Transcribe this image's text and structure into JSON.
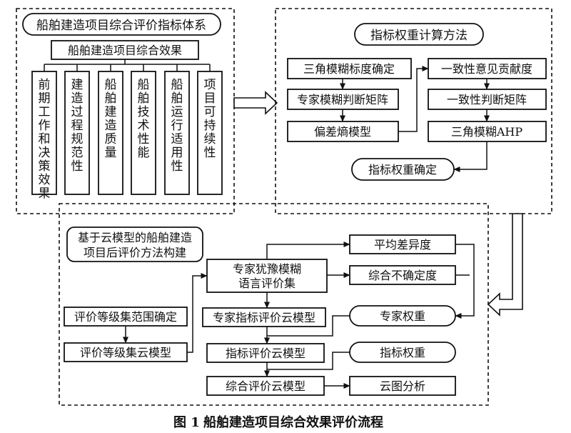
{
  "top_left": {
    "title": "船舶建造项目综合评价指标体系",
    "root": "船舶建造项目综合效果",
    "columns": [
      "前期工作和决策效果",
      "建造过程规范性",
      "船舶建造质量",
      "船舶技术性能",
      "船舶运行适用性",
      "项目可持续性"
    ]
  },
  "top_right": {
    "title": "指标权重计算方法",
    "left_chain": [
      "三角模糊标度确定",
      "专家模糊判断矩阵",
      "偏差熵模型"
    ],
    "right_chain": [
      "一致性意见贡献度",
      "一致性判断矩阵",
      "三角模糊AHP"
    ],
    "result": "指标权重确定"
  },
  "bottom": {
    "title_line1": "基于云模型的船舶建造",
    "title_line2": "项目后评价方法构建",
    "hesitant_line1": "专家犹豫模糊",
    "hesitant_line2": "语言评价集",
    "mean_diff": "平均差异度",
    "uncertainty": "综合不确定度",
    "grade_range": "评价等级集范围确定",
    "grade_cloud": "评价等级集云模型",
    "expert_cloud": "专家指标评价云模型",
    "expert_weight": "专家权重",
    "index_cloud": "指标评价云模型",
    "index_weight": "指标权重",
    "comprehensive_cloud": "综合评价云模型",
    "cloud_analysis": "云图分析"
  },
  "caption": {
    "number": "图 1",
    "text": "船舶建造项目综合效果评价流程"
  }
}
